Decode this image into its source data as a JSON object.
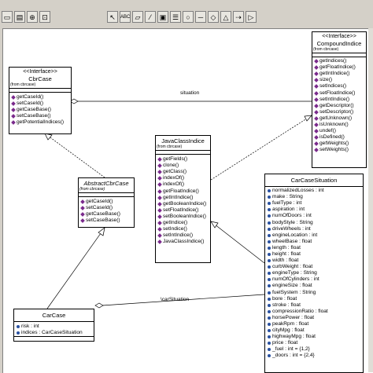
{
  "toolbar": {
    "buttons": [
      "select",
      "text",
      "note",
      "anchor",
      "package",
      "class",
      "interface",
      "association",
      "aggregation",
      "generalization",
      "dependency",
      "realize"
    ],
    "abc": "ABC"
  },
  "classes": {
    "cbrcase": {
      "stereotype": "<<Interface>>",
      "name": "CbrCase",
      "package": "(from cbrcase)",
      "ops": [
        "getCaseId()",
        "setCaseId()",
        "getCaseBase()",
        "setCaseBase()",
        "getPotentialIndices()"
      ]
    },
    "abstractcbrcase": {
      "name": "AbstractCbrCase",
      "package": "(from cbrcase)",
      "ops": [
        "getCaseId()",
        "setCaseId()",
        "getCaseBase()",
        "setCaseBase()"
      ]
    },
    "javaclassindice": {
      "name": "JavaClassIndice",
      "package": "(from cbrcase)",
      "ops": [
        "getFields()",
        "clone()",
        "getClass()",
        "indexOf()",
        "indexOf()",
        "getFloatIndice()",
        "getIntIndice()",
        "getBooleanIndice()",
        "setFloatIndice()",
        "setBooleanIndice()",
        "getIndice()",
        "setIndice()",
        "setIntIndice()",
        "JavaClassIndice()"
      ]
    },
    "compoundindice": {
      "stereotype": "<<Interface>>",
      "name": "CompoundIndice",
      "package": "(from cbrcase)",
      "ops": [
        "getIndices()",
        "getFloatIndice()",
        "getIntIndice()",
        "size()",
        "setIndices()",
        "setFloatIndice()",
        "setIntIndice()",
        "getDescriptor()",
        "setDescriptor()",
        "getUnknown()",
        "isUnknown()",
        "undef()",
        "isDefined()",
        "getWeights()",
        "setWeights()"
      ]
    },
    "carcase": {
      "name": "CarCase",
      "attrs": [
        "risk : int",
        "indices : CarCaseSituation"
      ]
    },
    "carcasesituation": {
      "name": "CarCaseSituation",
      "attrs": [
        "normalizedLosses : int",
        "make : String",
        "fuelType : int",
        "aspiration : int",
        "numOfDoors : int",
        "bodyStyle : String",
        "driveWheels : int",
        "engineLocation : int",
        "wheelBase : float",
        "length : float",
        "height : float",
        "width : float",
        "curbWeight : float",
        "engineType : String",
        "numOfCylinders : int",
        "engineSize : float",
        "fuelSystem : String",
        "bore : float",
        "stroke : float",
        "compressionRatio : float",
        "horsePower : float",
        "peakRpm : float",
        "cityMpg : float",
        "highwayMpg : float",
        "price : float",
        "_fuel : int = {1,2}",
        "_doors : int = {2,4}"
      ]
    }
  },
  "labels": {
    "situation": "situation",
    "carSituation": "\\carSituation"
  }
}
